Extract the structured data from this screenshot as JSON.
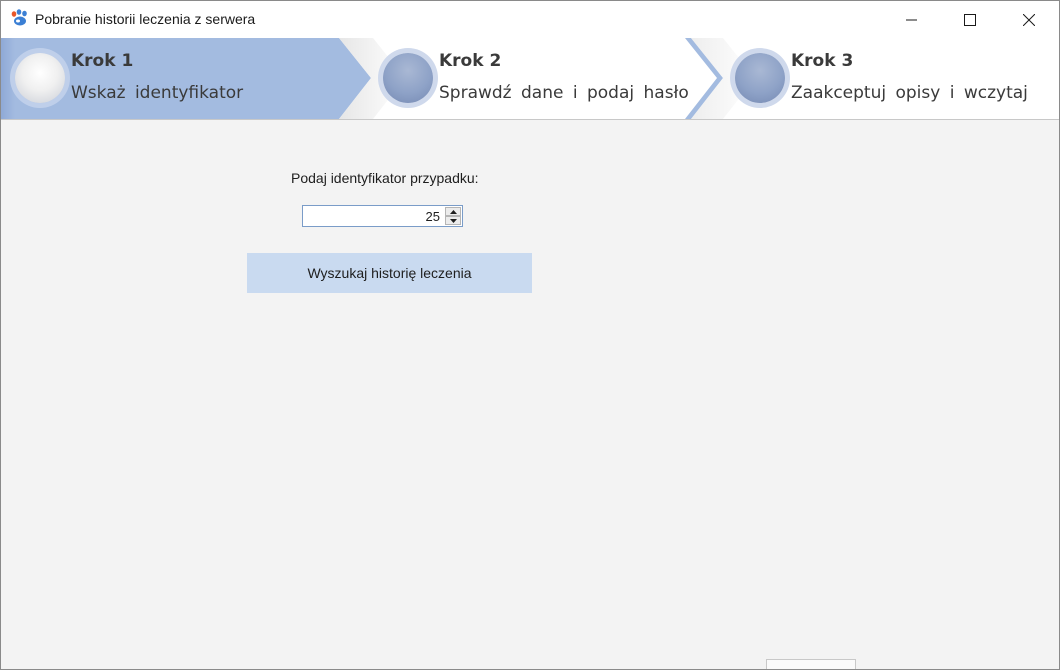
{
  "window": {
    "title": "Pobranie historii leczenia z serwera",
    "icon": "app-paw-icon",
    "controls": [
      "minimize-icon",
      "maximize-icon",
      "close-icon"
    ]
  },
  "wizard": {
    "active_step": 1,
    "colors": {
      "active": "#a3bbe0",
      "inactive_circle": "#8ea2c7"
    },
    "steps": [
      {
        "title": "Krok 1",
        "subtitle": "Wskaż identyfikator"
      },
      {
        "title": "Krok 2",
        "subtitle": "Sprawdź dane i podaj hasło"
      },
      {
        "title": "Krok 3",
        "subtitle": "Zaakceptuj opisy i wczytaj"
      }
    ]
  },
  "form": {
    "label": "Podaj identyfikator przypadku:",
    "case_id": "25",
    "search_button": "Wyszukaj historię leczenia"
  }
}
